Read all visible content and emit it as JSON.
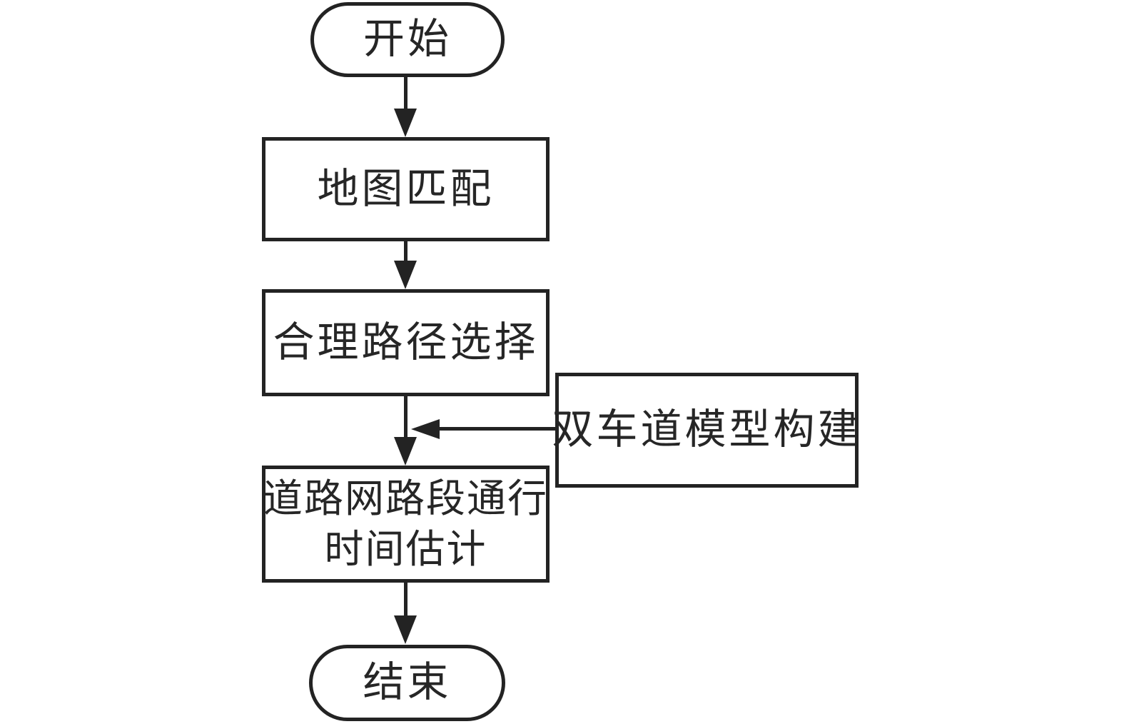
{
  "diagram": {
    "type": "flowchart",
    "background": "#ffffff",
    "stroke_color": "#232323",
    "text_color": "#262626",
    "nodes": {
      "start": {
        "label": "开始",
        "shape": "terminator"
      },
      "map_matching": {
        "label": "地图匹配",
        "shape": "process"
      },
      "path_selection": {
        "label": "合理路径选择",
        "shape": "process"
      },
      "travel_time_estimation": {
        "label_line1": "道路网路段通行",
        "label_line2": "时间估计",
        "shape": "process"
      },
      "two_lane_model": {
        "label": "双车道模型构建",
        "shape": "process"
      },
      "end": {
        "label": "结束",
        "shape": "terminator"
      }
    },
    "edges": [
      {
        "from": "start",
        "to": "map_matching",
        "style": "arrow-down"
      },
      {
        "from": "map_matching",
        "to": "path_selection",
        "style": "arrow-down"
      },
      {
        "from": "path_selection",
        "to": "travel_time_estimation",
        "style": "arrow-down"
      },
      {
        "from": "two_lane_model",
        "to": "path_selection_travel_time_connector",
        "style": "arrow-left"
      },
      {
        "from": "travel_time_estimation",
        "to": "end",
        "style": "arrow-down"
      }
    ]
  }
}
